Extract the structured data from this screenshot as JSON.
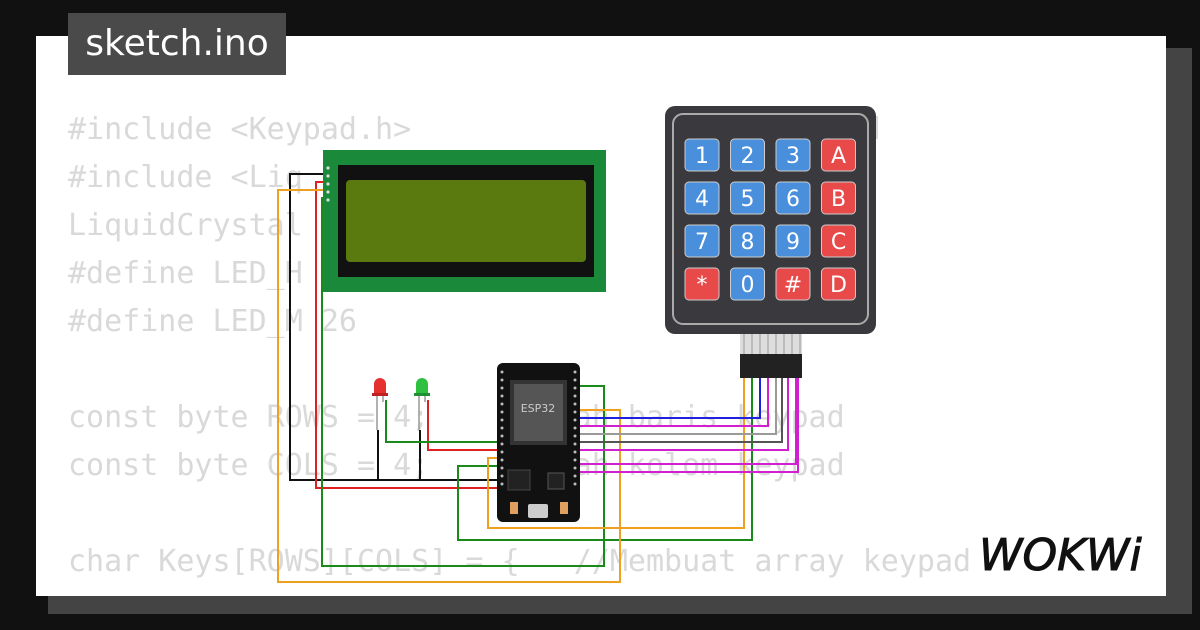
{
  "tab": {
    "filename": "sketch.ino"
  },
  "code_lines": [
    "#include <Keypad.h>                ary keypad",
    "#include <Liq            h>        y LCD I2C",
    "LiquidCrystal           6,2        at I2C",
    "#define LED_H",
    "#define LED_M 26",
    "",
    "const byte ROWS = 4;    Jumlah baris keypad",
    "const byte COLS = 4;    Jumlah kolom keypad",
    "",
    "char Keys[ROWS][COLS] = {   //Membuat array keypad"
  ],
  "keypad": {
    "keys": [
      "1",
      "2",
      "3",
      "A",
      "4",
      "5",
      "6",
      "B",
      "7",
      "8",
      "9",
      "C",
      "*",
      "0",
      "#",
      "D"
    ]
  },
  "esp32": {
    "label": "ESP32"
  },
  "brand": {
    "name": "WOKWi"
  },
  "colors": {
    "key_blue": "#4a8fdc",
    "key_red": "#e84a4a",
    "lcd_board": "#1a8a3a",
    "lcd_screen": "#5a7a10",
    "wire_black": "#111111",
    "wire_red": "#e02020",
    "wire_green": "#1a8a1a",
    "wire_orange": "#f0a020",
    "wire_blue": "#2020e0",
    "wire_magenta": "#d020d0",
    "wire_gray": "#9a9a9a"
  }
}
